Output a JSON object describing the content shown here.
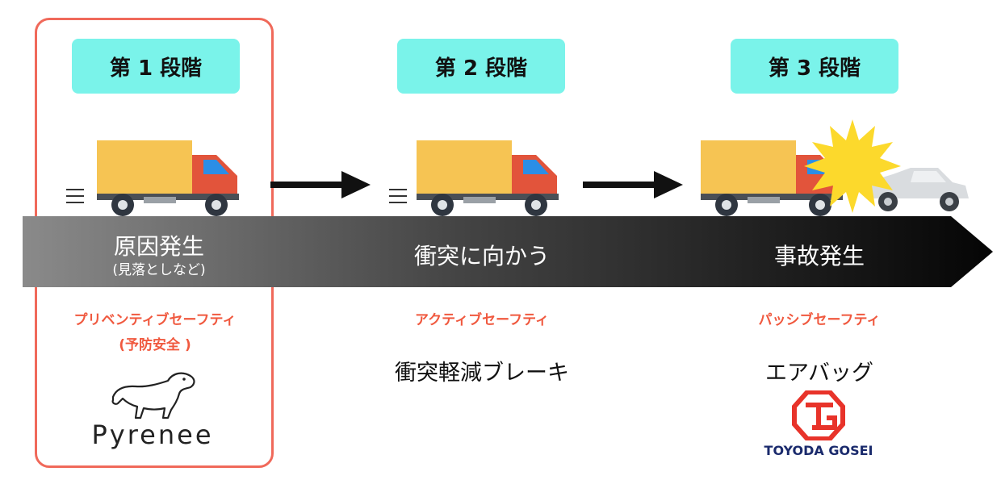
{
  "stages": [
    {
      "label": "第 1 段階"
    },
    {
      "label": "第 2 段階"
    },
    {
      "label": "第 3 段階"
    }
  ],
  "band": {
    "s1_title": "原因発生",
    "s1_sub": "(見落としなど)",
    "s2_title": "衝突に向かう",
    "s3_title": "事故発生"
  },
  "safety": {
    "s1_line1": "プリベンティブセーフティ",
    "s1_line2": "(予防安全 )",
    "s2": "アクティブセーフティ",
    "s3": "パッシブセーフティ"
  },
  "examples": {
    "s2": "衝突軽減ブレーキ",
    "s3": "エアバッグ"
  },
  "brands": {
    "pyrenee": "Pyrenee",
    "toyoda": "TOYODA GOSEI"
  },
  "colors": {
    "badge": "#7af3ea",
    "highlight": "#f0695a",
    "safety_label": "#f0593f",
    "truck_cargo": "#f6c453",
    "truck_cab": "#e2543b"
  }
}
